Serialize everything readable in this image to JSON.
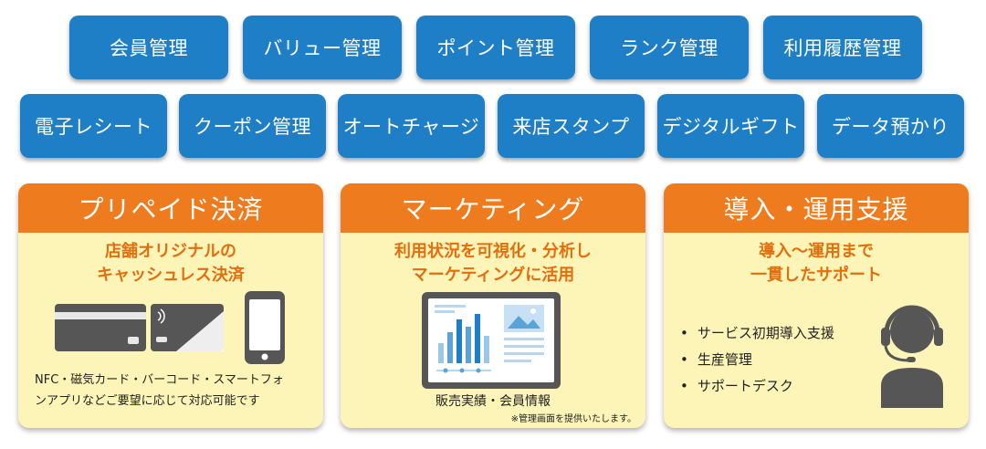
{
  "row1": [
    "会員管理",
    "バリュー管理",
    "ポイント管理",
    "ランク管理",
    "利用履歴管理"
  ],
  "row2": [
    "電子レシート",
    "クーポン管理",
    "オートチャージ",
    "来店スタンプ",
    "デジタルギフト",
    "データ預かり"
  ],
  "prepaid": {
    "title": "プリペイド決済",
    "sub1": "店舗オリジナルの",
    "sub2": "キャッシュレス決済",
    "desc1": "NFC・磁気カード・バーコード・スマートフォ",
    "desc2": "ンアプリなどご要望に応じて対応可能です",
    "icons": [
      "magnetic-card-icon",
      "nfc-card-icon",
      "smartphone-icon"
    ]
  },
  "marketing": {
    "title": "マーケティング",
    "sub1": "利用状況を可視化・分析し",
    "sub2": "マーケティングに活用",
    "caption": "販売実績・会員情報",
    "note": "※管理画面を提供いたします。",
    "icons": [
      "dashboard-monitor-icon"
    ]
  },
  "support": {
    "title": "導入・運用支援",
    "sub1": "導入〜運用まで",
    "sub2": "一貫したサポート",
    "items": [
      "サービス初期導入支援",
      "生産管理",
      "サポートデスク"
    ],
    "icons": [
      "support-operator-icon"
    ]
  },
  "colors": {
    "pill": "#1f7fc6",
    "header": "#ee7b1d",
    "panel_bg": "#fdf4b8",
    "accent_text": "#e26e0e"
  }
}
